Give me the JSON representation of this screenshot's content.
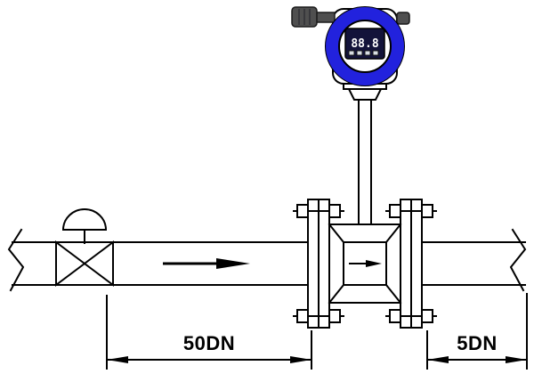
{
  "dimensions": {
    "left_label": "50DN",
    "right_label": "5DN"
  },
  "transmitter": {
    "lcd_text": "88.8"
  },
  "colors": {
    "line": "#000000",
    "transmitter_blue": "#2222dd",
    "lcd_bg": "#13133a",
    "lcd_text": "#ffffff"
  }
}
